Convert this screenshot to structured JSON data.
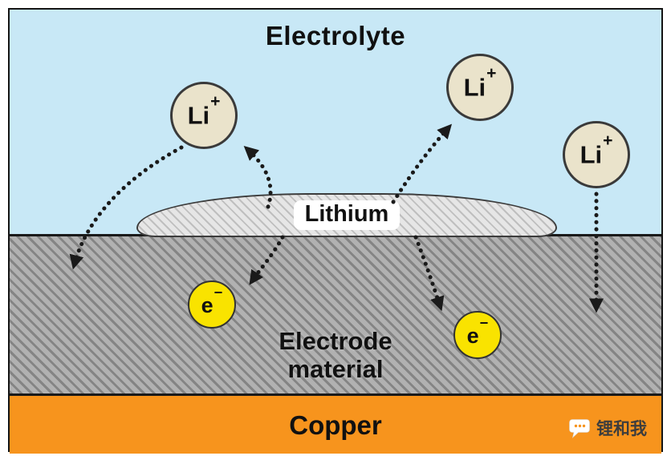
{
  "labels": {
    "electrolyte": "Electrolyte",
    "lithium": "Lithium",
    "electrode_line1": "Electrode",
    "electrode_line2": "material",
    "copper": "Copper"
  },
  "particles": {
    "li_ion": {
      "base": "Li",
      "sup": "+"
    },
    "electron": {
      "base": "e",
      "sup": "−"
    }
  },
  "watermark": {
    "text": "锂和我"
  },
  "colors": {
    "electrolyte_bg": "#c8e8f6",
    "electrode_bg": "#ababab",
    "copper_bg": "#f7941d",
    "li_ion_fill": "#eae3cb",
    "electron_fill": "#f9e300",
    "lithium_fill": "#e6e6e6"
  }
}
